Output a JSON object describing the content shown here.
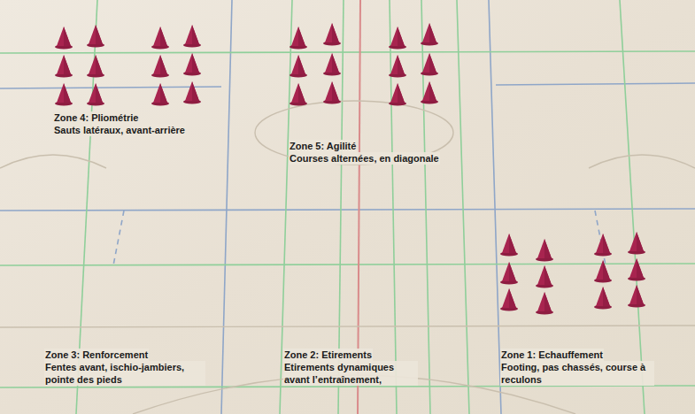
{
  "diagram": {
    "labels": [
      "Zone 4: Pliométrie",
      "Sauts latéraux, avant-arrière",
      "Zone 5: Agilité",
      "Courses alternées, en diagonale",
      "Zone 3: Renforcement",
      "Fentes avant, ischio-jambiers, pointe des pieds",
      "Zone 2: Etirements",
      "Etirements dynamiques avant l’entraînement,",
      "Zone 1: Echauffement",
      "Footing, pas chassés, course à reculons"
    ]
  }
}
